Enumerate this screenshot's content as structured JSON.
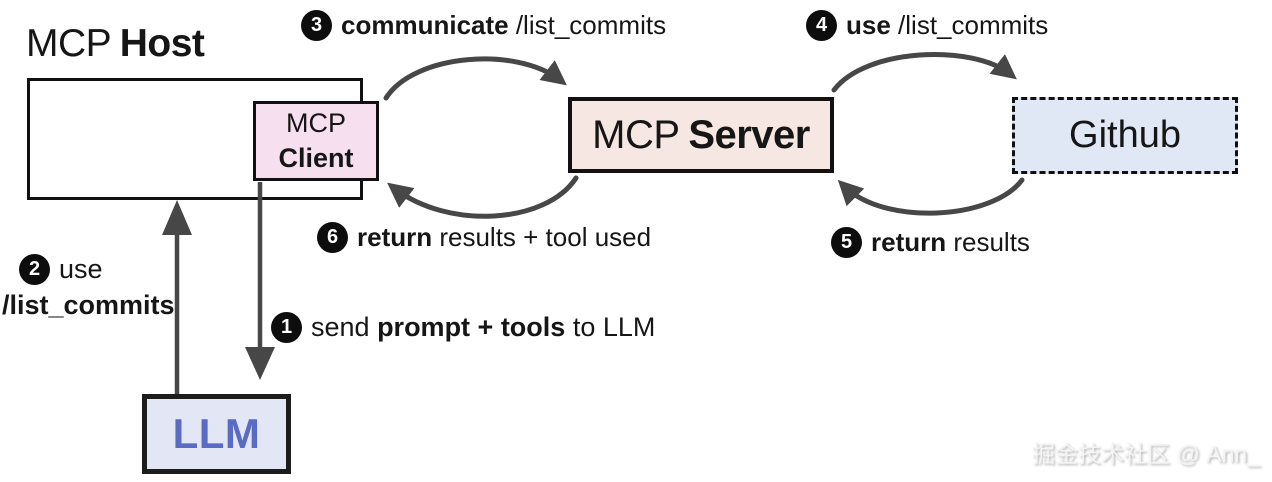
{
  "host": {
    "title_regular": "MCP",
    "title_bold": "Host"
  },
  "client": {
    "line1": "MCP",
    "line2": "Client"
  },
  "server": {
    "regular": "MCP",
    "bold": "Server"
  },
  "github": {
    "label": "Github"
  },
  "llm": {
    "label": "LLM"
  },
  "steps": {
    "s1": {
      "num": "1",
      "pre": "send ",
      "bold": "prompt + tools",
      "post": " to LLM"
    },
    "s2": {
      "num": "2",
      "pre": "use",
      "bold": "/list_commits"
    },
    "s3": {
      "num": "3",
      "bold": "communicate",
      "post": " /list_commits"
    },
    "s4": {
      "num": "4",
      "bold": "use",
      "post": " /list_commits"
    },
    "s5": {
      "num": "5",
      "bold": "return",
      "post": " results"
    },
    "s6": {
      "num": "6",
      "bold": "return",
      "post": " results + tool used"
    }
  },
  "watermark": "掘金技术社区 @ Ann_",
  "colors": {
    "arrow": "#474747",
    "box_border": "#111111",
    "client_fill": "#f6dfee",
    "server_fill": "#f6e7e2",
    "github_fill": "#e0e8f5",
    "llm_fill": "#e3e6f5",
    "llm_text": "#5a6bc4",
    "badge_bg": "#0d0d0d",
    "badge_text": "#ffffff",
    "text": "#161616",
    "watermark_text": "#f4f4f4"
  }
}
